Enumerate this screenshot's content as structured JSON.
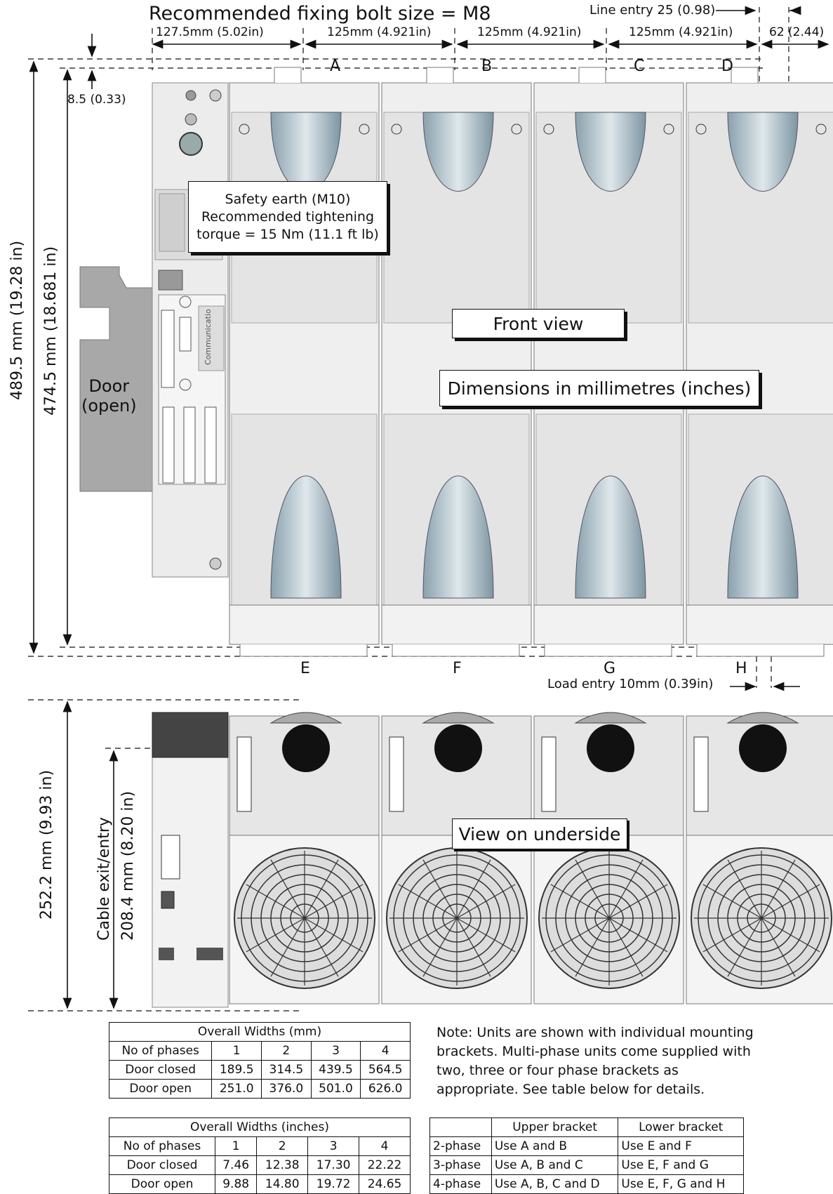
{
  "header": {
    "fixing_bolt": "Recommended fixing bolt size = M8",
    "line_entry": "Line entry 25 (0.98)",
    "gap_62": "62 (2.44)",
    "spacing": [
      "127.5mm (5.02in)",
      "125mm (4.921in)",
      "125mm (4.921in)",
      "125mm (4.921in)"
    ],
    "offset_top": "8.5 (0.33)"
  },
  "brackets": {
    "upper": [
      "A",
      "B",
      "C",
      "D"
    ],
    "lower": [
      "E",
      "F",
      "G",
      "H"
    ]
  },
  "front": {
    "height_overall": "489.5 mm (19.28 in)",
    "height_fixing": "474.5 mm (18.681 in)",
    "door": "Door\n(open)",
    "safety_earth": [
      "Safety earth (M10)",
      "Recommended tightening",
      "torque = 15 Nm (11.1 ft lb)"
    ],
    "front_view": "Front view",
    "dimensions_note": "Dimensions in millimetres (inches)",
    "communication_label": "Communicatio",
    "load_entry": "Load entry 10mm (0.39in)"
  },
  "underside": {
    "height_overall": "252.2 mm (9.93 in)",
    "cable_exit_1": "Cable exit/entry",
    "cable_exit_2": "208.4 mm (8.20 in)",
    "view_label": "View on underside"
  },
  "table_mm": {
    "title": "Overall Widths (mm)",
    "header": [
      "No of phases",
      "1",
      "2",
      "3",
      "4"
    ],
    "rows": [
      [
        "Door closed",
        "189.5",
        "314.5",
        "439.5",
        "564.5"
      ],
      [
        "Door open",
        "251.0",
        "376.0",
        "501.0",
        "626.0"
      ]
    ]
  },
  "table_in": {
    "title": "Overall Widths (inches)",
    "header": [
      "No of phases",
      "1",
      "2",
      "3",
      "4"
    ],
    "rows": [
      [
        "Door closed",
        "7.46",
        "12.38",
        "17.30",
        "22.22"
      ],
      [
        "Door open",
        "9.88",
        "14.80",
        "19.72",
        "24.65"
      ]
    ]
  },
  "note": [
    "Note: Units are shown with individual mounting",
    "brackets. Multi-phase units come supplied with",
    "two, three or four phase brackets as",
    "appropriate. See table below for details."
  ],
  "table_brackets": {
    "header": [
      "",
      "Upper bracket",
      "Lower bracket"
    ],
    "rows": [
      [
        "2-phase",
        "Use A and B",
        "Use E and F"
      ],
      [
        "3-phase",
        "Use A, B and C",
        "Use E, F and G"
      ],
      [
        "4-phase",
        "Use A, B, C and D",
        "Use E, F, G and H"
      ]
    ]
  }
}
